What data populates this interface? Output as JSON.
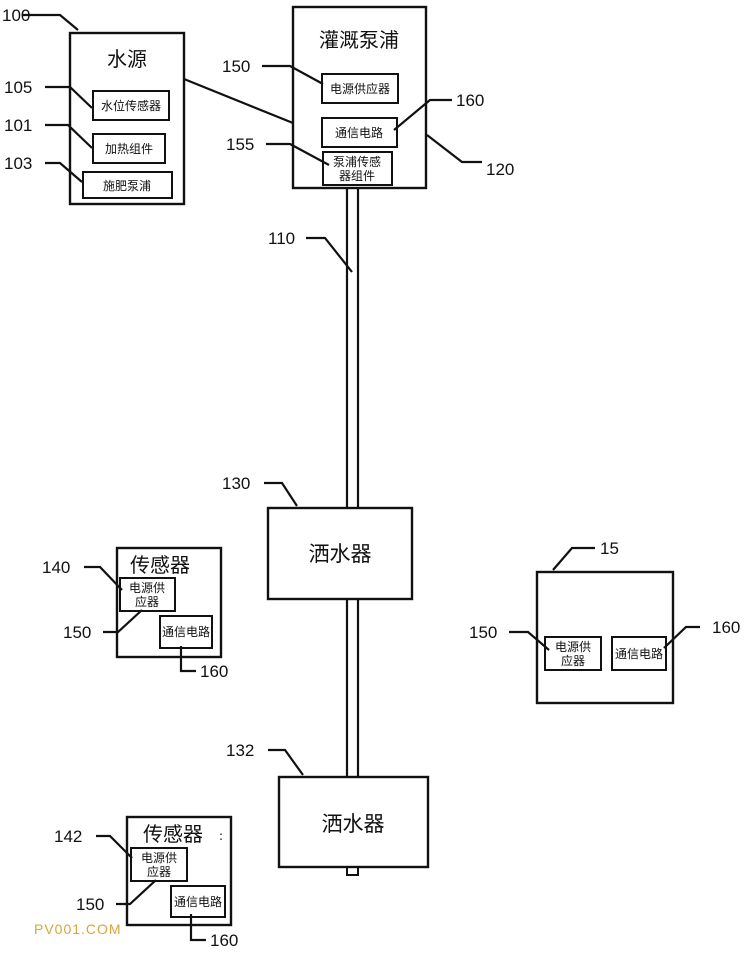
{
  "water_source": {
    "ref": "100",
    "title": "水源",
    "level_sensor": {
      "ref": "105",
      "label": "水位传感器"
    },
    "heater": {
      "ref": "101",
      "label": "加热组件"
    },
    "fert_pump": {
      "ref": "103",
      "label": "施肥泵浦"
    }
  },
  "pump": {
    "ref": "120",
    "title": "灌溉泵浦",
    "power": {
      "ref": "150",
      "label": "电源供应器"
    },
    "comm": {
      "ref": "160",
      "label": "通信电路"
    },
    "sensor": {
      "ref": "155",
      "line1": "泵浦传感",
      "line2": "器组件"
    }
  },
  "pipe": {
    "ref": "110"
  },
  "sprinkler1": {
    "ref": "130",
    "label": "洒水器"
  },
  "sprinkler2": {
    "ref": "132",
    "label": "洒水器"
  },
  "sensor1": {
    "ref": "140",
    "title": "传感器",
    "power": {
      "ref": "150",
      "line1": "电源供",
      "line2": "应器"
    },
    "comm": {
      "ref": "160",
      "label": "通信电路"
    }
  },
  "sensor2": {
    "ref": "142",
    "title": "传感器",
    "power": {
      "ref": "150",
      "line1": "电源供",
      "line2": "应器"
    },
    "comm": {
      "ref": "160",
      "label": "通信电路"
    }
  },
  "device15": {
    "ref": "15",
    "power": {
      "ref": "150",
      "line1": "电源供",
      "line2": "应器"
    },
    "comm": {
      "ref": "160",
      "label": "通信电路"
    }
  },
  "watermark": "PV001.COM"
}
